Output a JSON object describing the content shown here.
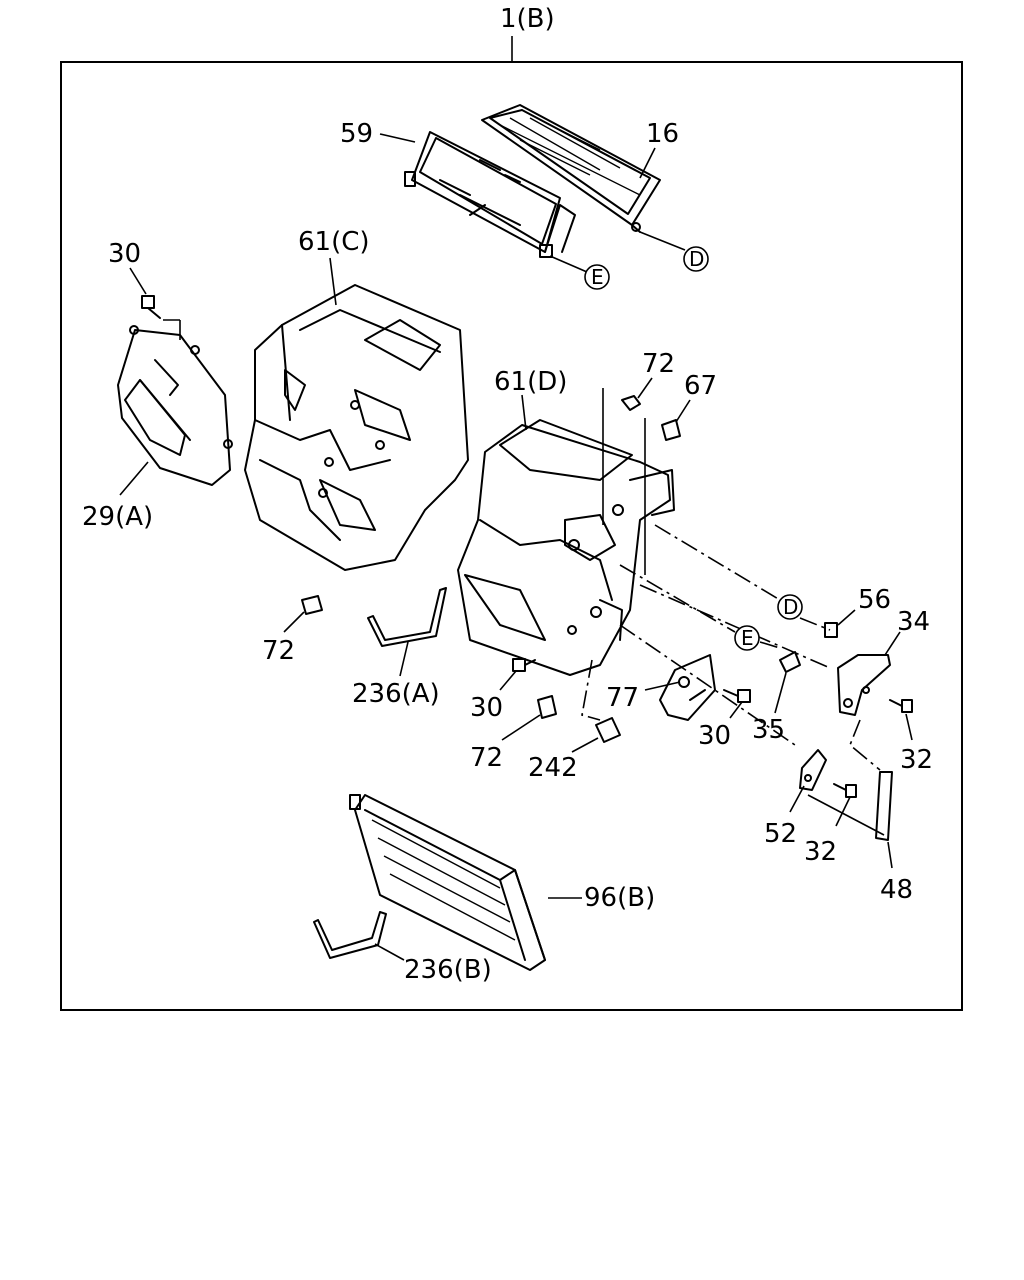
{
  "assembly_label": "1(B)",
  "callouts": [
    {
      "id": "59",
      "text": "59"
    },
    {
      "id": "16",
      "text": "16"
    },
    {
      "id": "30a",
      "text": "30"
    },
    {
      "id": "61c",
      "text": "61(C)"
    },
    {
      "id": "72a",
      "text": "72"
    },
    {
      "id": "67",
      "text": "67"
    },
    {
      "id": "61d",
      "text": "61(D)"
    },
    {
      "id": "29a",
      "text": "29(A)"
    },
    {
      "id": "56",
      "text": "56"
    },
    {
      "id": "34",
      "text": "34"
    },
    {
      "id": "72b",
      "text": "72"
    },
    {
      "id": "236a",
      "text": "236(A)"
    },
    {
      "id": "30b",
      "text": "30"
    },
    {
      "id": "77",
      "text": "77"
    },
    {
      "id": "30c",
      "text": "30"
    },
    {
      "id": "35",
      "text": "35"
    },
    {
      "id": "32a",
      "text": "32"
    },
    {
      "id": "72c",
      "text": "72"
    },
    {
      "id": "242",
      "text": "242"
    },
    {
      "id": "52",
      "text": "52"
    },
    {
      "id": "32b",
      "text": "32"
    },
    {
      "id": "48",
      "text": "48"
    },
    {
      "id": "96b",
      "text": "96(B)"
    },
    {
      "id": "236b",
      "text": "236(B)"
    }
  ],
  "connectors": [
    {
      "id": "D1",
      "text": "D"
    },
    {
      "id": "E1",
      "text": "E"
    },
    {
      "id": "D2",
      "text": "D"
    },
    {
      "id": "E2",
      "text": "E"
    }
  ]
}
